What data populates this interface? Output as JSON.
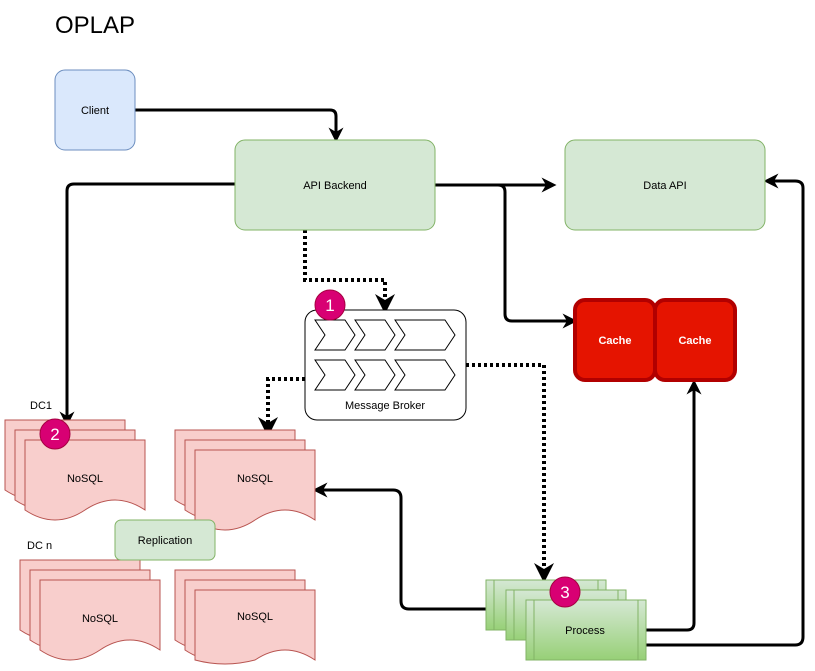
{
  "title": "OPLAP",
  "nodes": {
    "client": "Client",
    "api_backend": "API Backend",
    "data_api": "Data API",
    "message_broker": "Message Broker",
    "cache_1": "Cache",
    "cache_2": "Cache",
    "replication": "Replication",
    "process": "Process"
  },
  "dc_labels": {
    "dc1": "DC1",
    "dcn": "DC n"
  },
  "nosql_labels": [
    "NoSQL",
    "NoSQL",
    "NoSQL",
    "NoSQL"
  ],
  "markers": [
    "1",
    "2",
    "3"
  ],
  "colors": {
    "client_fill": "#dae8fc",
    "client_stroke": "#6c8ebf",
    "green_fill": "#d5e8d4",
    "green_stroke": "#82b366",
    "nosql_fill": "#f8cecc",
    "nosql_stroke": "#b85450",
    "cache_fill": "#e51400",
    "cache_stroke": "#b20000",
    "marker_fill": "#d80073",
    "edge": "#000000"
  }
}
